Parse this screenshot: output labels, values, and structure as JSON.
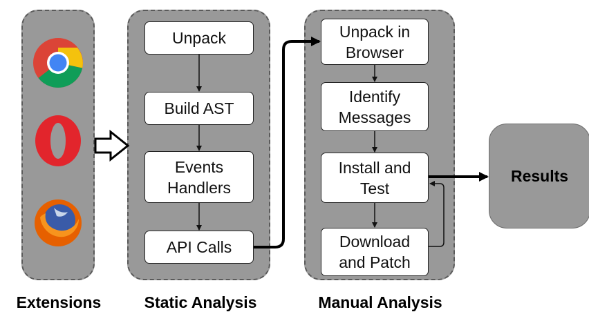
{
  "columns": {
    "extensions": {
      "label": "Extensions",
      "browser_icons": [
        "chrome-icon",
        "opera-icon",
        "firefox-icon"
      ]
    },
    "static_analysis": {
      "label": "Static Analysis",
      "steps": [
        "Unpack",
        "Build AST",
        "Events Handlers",
        "API Calls"
      ]
    },
    "manual_analysis": {
      "label": "Manual Analysis",
      "steps": [
        "Unpack in Browser",
        "Identify Messages",
        "Install and Test",
        "Download and Patch"
      ]
    }
  },
  "results": {
    "label": "Results"
  },
  "colors": {
    "panel_fill": "#999999",
    "panel_border": "#5a5a5a",
    "box_fill": "#ffffff",
    "chrome_red": "#db4437",
    "chrome_yellow": "#f4c20d",
    "chrome_green": "#0f9d58",
    "chrome_blue": "#4285f4",
    "opera_red": "#e2252c",
    "firefox_orange": "#e66000"
  }
}
